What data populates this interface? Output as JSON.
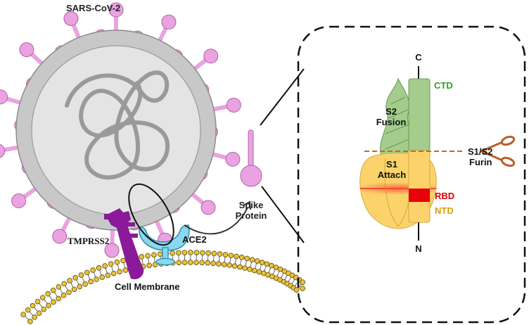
{
  "labels": {
    "virus": "SARS-CoV-2",
    "tmprss2": "TMPRSS2",
    "ace2": "ACE2",
    "membrane": "Cell Membrane",
    "spike_line1": "Spike",
    "spike_line2": "Protein",
    "c_term": "C",
    "n_term": "N",
    "ctd": "CTD",
    "rbd": "RBD",
    "ntd": "NTD",
    "s2_line1": "S2",
    "s2_line2": "Fusion",
    "s1_line1": "S1",
    "s1_line2": "Attach",
    "cleave_line1": "S1/S2",
    "cleave_line2": "Furin"
  },
  "colors": {
    "spike_pink": "#e9a3e0",
    "envelope_outer": "#c8c8c8",
    "envelope_inner": "#e4e4e4",
    "rna": "#9a9a9a",
    "s2_green": "#a4cc8c",
    "s1_yellow": "#fbd36a",
    "rbd_red": "#e8000a",
    "ctd_text": "#2aa02a",
    "rbd_text": "#e00000",
    "ntd_text": "#d8a000",
    "tmprss2_purple": "#8a1a9a",
    "ace2_blue": "#8ad8ee",
    "membrane_gold": "#e8c33a",
    "scissors": "#b8602a",
    "cleavage_line": "#c26a1e"
  }
}
